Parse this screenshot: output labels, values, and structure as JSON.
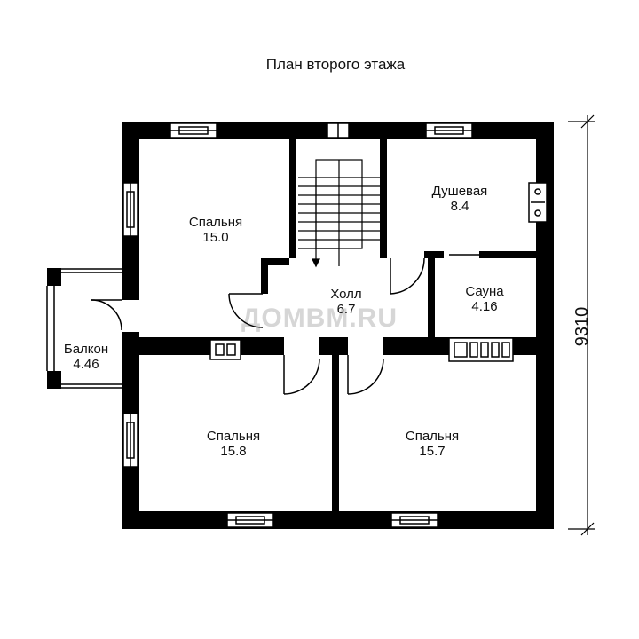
{
  "title": "План второго этажа",
  "dimension": "9310",
  "watermark": "ДОМВМ.RU",
  "rooms": {
    "bedroom_top": {
      "name": "Спальня",
      "area": "15.0"
    },
    "shower": {
      "name": "Душевая",
      "area": "8.4"
    },
    "hall": {
      "name": "Холл",
      "area": "6.7"
    },
    "sauna": {
      "name": "Сауна",
      "area": "4.16"
    },
    "balcony": {
      "name": "Балкон",
      "area": "4.46"
    },
    "bedroom_left": {
      "name": "Спальня",
      "area": "15.8"
    },
    "bedroom_right": {
      "name": "Спальня",
      "area": "15.7"
    }
  },
  "colors": {
    "wall": "#000000",
    "background": "#ffffff",
    "watermark": "#d6d6d6"
  }
}
